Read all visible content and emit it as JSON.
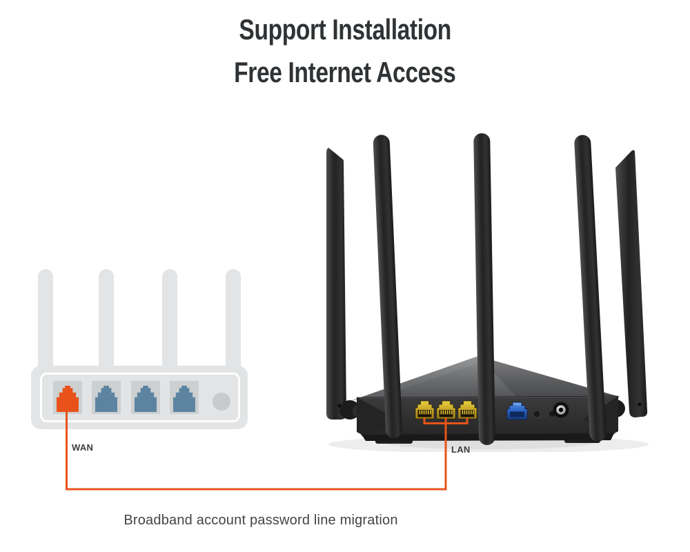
{
  "title": {
    "line1": "Support Installation",
    "line2": "Free Internet Access"
  },
  "diagram": {
    "source_device": {
      "port_label": "WAN",
      "ports": [
        "WAN",
        "LAN",
        "LAN",
        "LAN"
      ]
    },
    "target_device": {
      "port_label": "LAN",
      "back_ports": [
        "LAN",
        "LAN",
        "LAN",
        "WAN"
      ]
    },
    "caption": "Broadband account password line migration"
  },
  "colors": {
    "accent_orange": "#E8541C",
    "steel_blue": "#5C84A0",
    "lan_port_yellow": "#C9A81F",
    "wan_port_blue": "#2A62C2",
    "device_light_gray": "#E3E4E5",
    "title_text": "#303335"
  }
}
